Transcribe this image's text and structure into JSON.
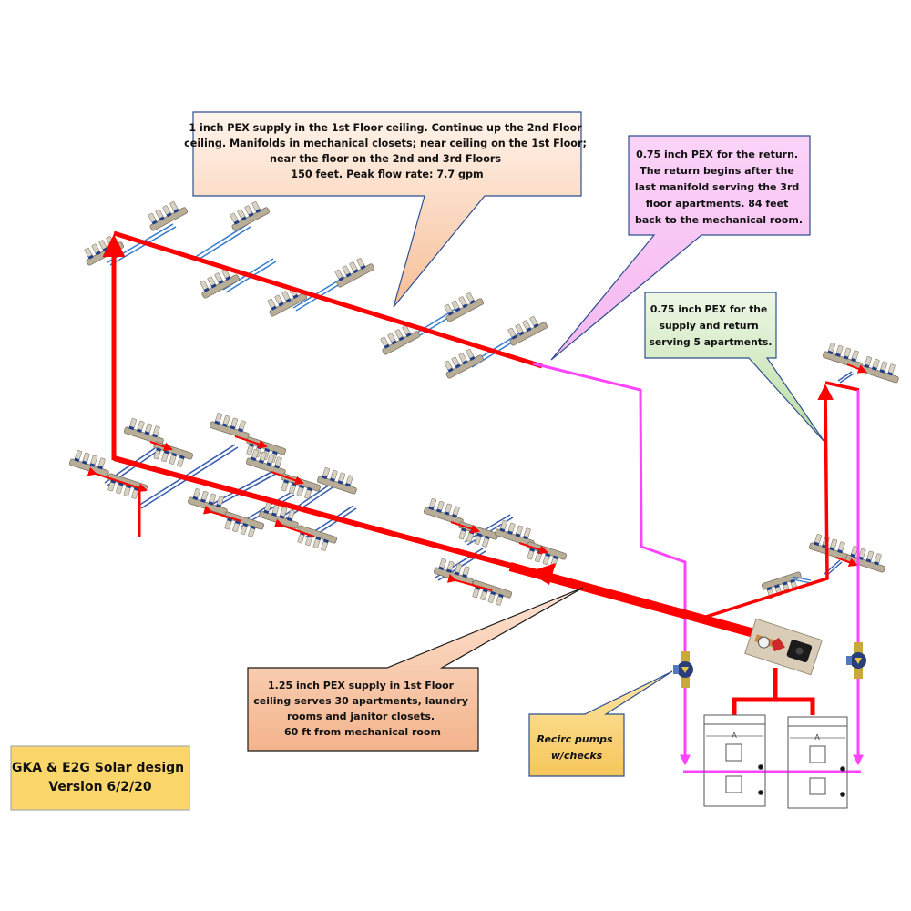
{
  "title_box": {
    "line1": "GKA & E2G Solar design",
    "line2": "Version 6/2/20",
    "fill": "#fbd66a"
  },
  "callouts": {
    "supply_1in": {
      "lines": [
        "1 inch PEX  supply in the 1st Floor ceiling. Continue up the 2nd Floor",
        "ceiling. Manifolds in mechanical closets; near ceiling on the 1st Floor;",
        "near the floor on the 2nd and 3rd Floors",
        "150 feet. Peak flow rate: 7.7 gpm"
      ],
      "fill": "#f8c8a4"
    },
    "return_075in": {
      "lines": [
        "0.75 inch PEX  for the return.",
        "The return begins after the",
        "last manifold serving the 3rd",
        "floor apartments.  84 feet",
        "back to the mechanical room."
      ],
      "fill": "#f9c4f5"
    },
    "supply_return_075in": {
      "lines": [
        "0.75 inch PEX  for the",
        "supply and  return",
        "serving 5 apartments."
      ],
      "fill": "#d4ecc4"
    },
    "supply_125in": {
      "lines": [
        "1.25 inch PEX supply in 1st Floor",
        "ceiling serves 30 apartments, laundry",
        "rooms and janitor closets.",
        "60 ft from mechanical room"
      ],
      "fill": "#f6c09c"
    },
    "recirc_pumps": {
      "lines": [
        "Recirc pumps",
        "w/checks"
      ],
      "fill": "#fbd67a"
    }
  },
  "colors": {
    "supply_pipe": "#ff0000",
    "return_pipe": "#ff44ff",
    "branch_pipe": "#3a7fd0",
    "callout_border": "#2f4f8f"
  },
  "components": {
    "mixing_valve": "mixing-valve-photo",
    "pumps": [
      "recirc-pump-left",
      "recirc-pump-right"
    ],
    "heaters": [
      "water-heater-left",
      "water-heater-right"
    ],
    "heater_label": "A"
  }
}
